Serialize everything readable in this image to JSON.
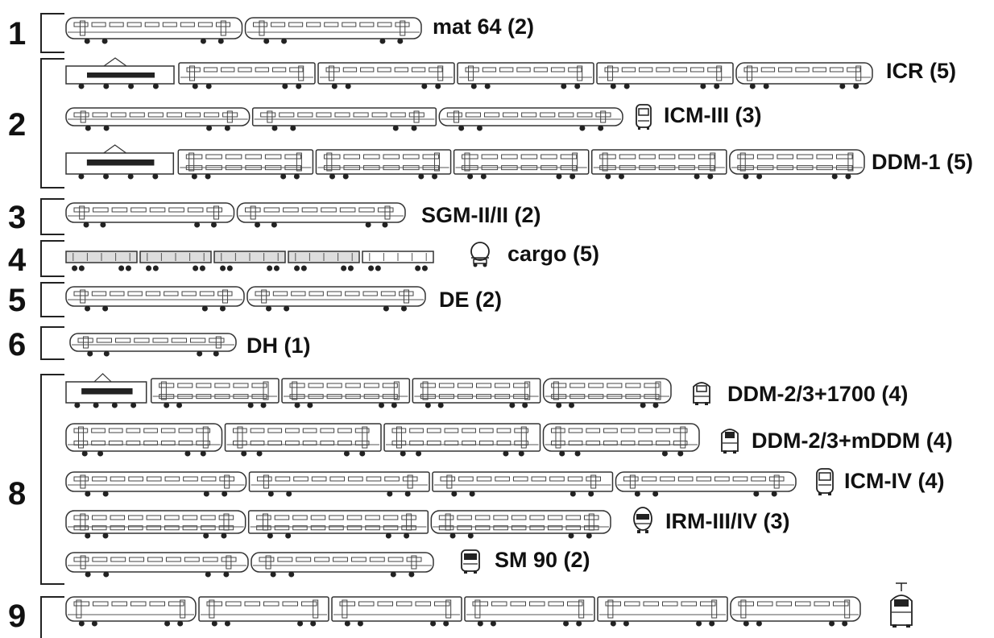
{
  "groups": [
    {
      "num": "1",
      "trains": [
        {
          "label": "mat 64 (2)",
          "units": 2,
          "front": false
        }
      ]
    },
    {
      "num": "2",
      "trains": [
        {
          "label": "ICR (5)",
          "units": 5,
          "front": false
        },
        {
          "label": "ICM-III (3)",
          "units": 3,
          "front": true
        },
        {
          "label": "DDM-1 (5)",
          "units": 5,
          "front": false
        }
      ]
    },
    {
      "num": "3",
      "trains": [
        {
          "label": "SGM-II/II (2)",
          "units": 2,
          "front": false
        }
      ]
    },
    {
      "num": "4",
      "trains": [
        {
          "label": "cargo (5)",
          "units": 5,
          "front": true
        }
      ]
    },
    {
      "num": "5",
      "trains": [
        {
          "label": "DE (2)",
          "units": 2,
          "front": false
        }
      ]
    },
    {
      "num": "6",
      "trains": [
        {
          "label": "DH (1)",
          "units": 1,
          "front": false
        }
      ]
    },
    {
      "num": "8",
      "trains": [
        {
          "label": "DDM-2/3+1700 (4)",
          "units": 4,
          "front": true
        },
        {
          "label": "DDM-2/3+mDDM (4)",
          "units": 4,
          "front": true
        },
        {
          "label": "ICM-IV (4)",
          "units": 4,
          "front": true
        },
        {
          "label": "IRM-III/IV (3)",
          "units": 3,
          "front": true
        },
        {
          "label": "SM 90 (2)",
          "units": 2,
          "front": true
        }
      ]
    },
    {
      "num": "9",
      "trains": [
        {
          "label": "",
          "units": 6,
          "front": true
        }
      ]
    }
  ]
}
